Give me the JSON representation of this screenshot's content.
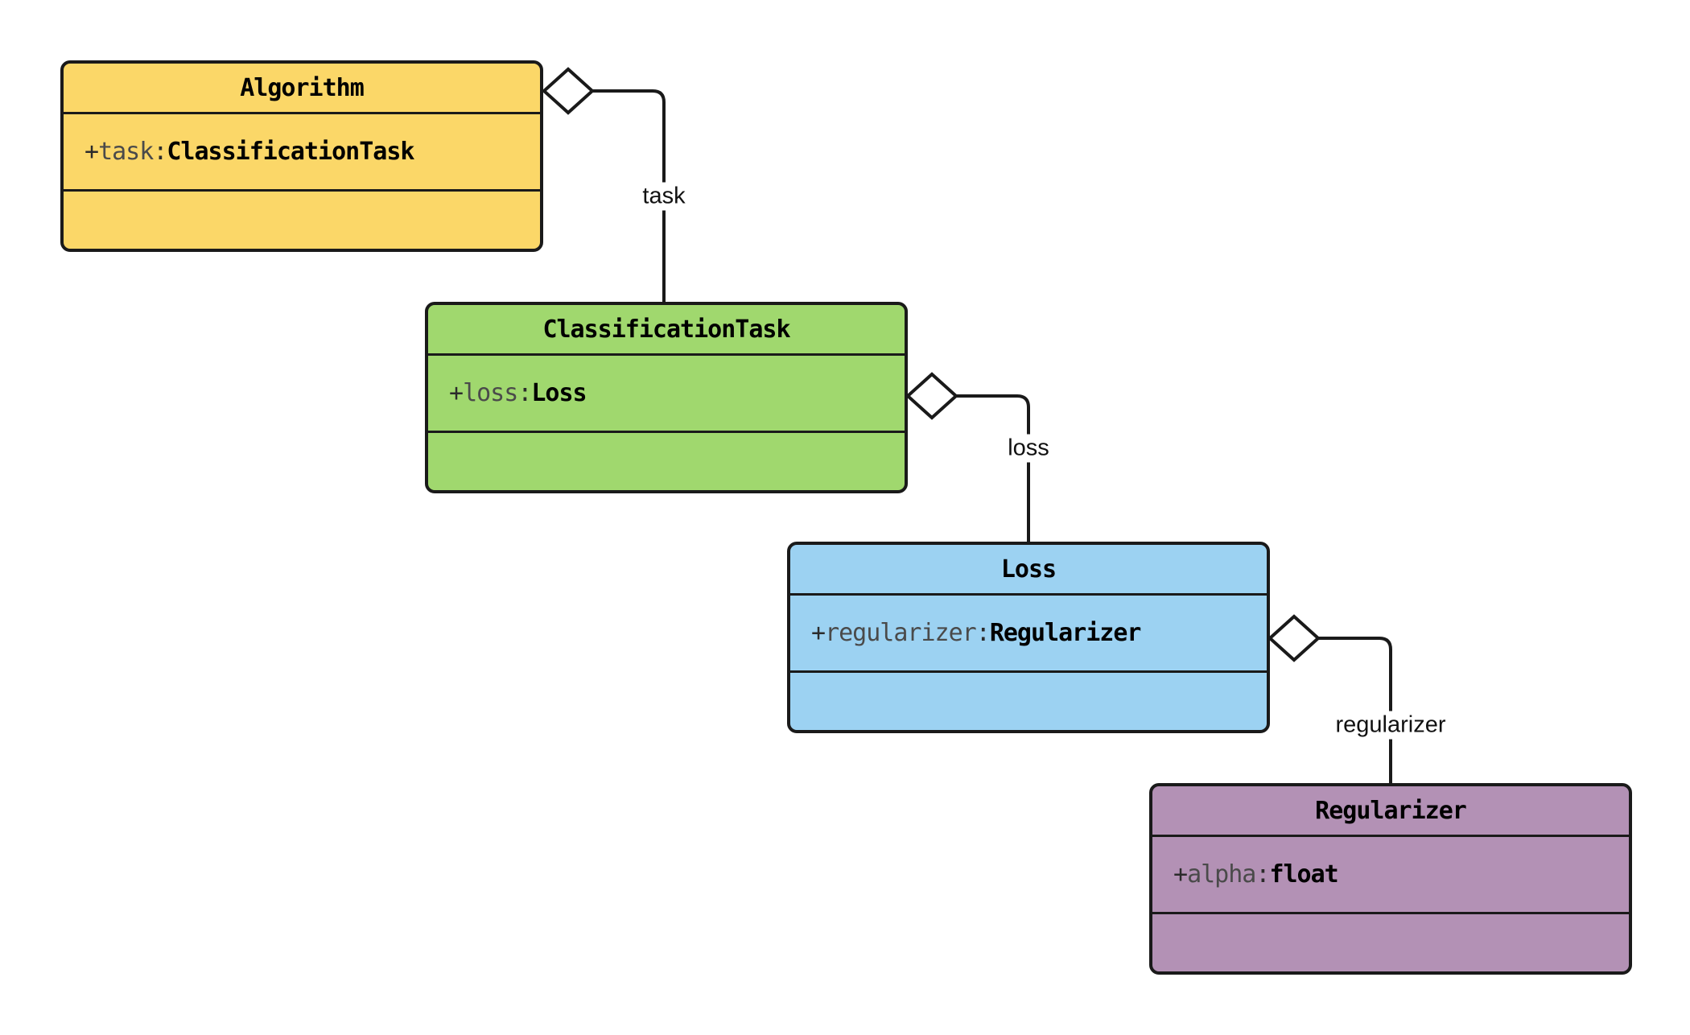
{
  "diagram": {
    "kind": "uml-class-diagram",
    "colors": {
      "background": "#ffffff",
      "line": "#1a1a1a",
      "diamond_fill": "#ffffff"
    },
    "classes": [
      {
        "name": "Algorithm",
        "fill": "#FBD768",
        "attribute": {
          "qualifier": "+",
          "name": "task",
          "separator": ":",
          "type": "ClassificationTask"
        }
      },
      {
        "name": "ClassificationTask",
        "fill": "#A0D86E",
        "attribute": {
          "qualifier": "+",
          "name": "loss",
          "separator": ":",
          "type": "Loss"
        }
      },
      {
        "name": "Loss",
        "fill": "#9CD2F2",
        "attribute": {
          "qualifier": "+",
          "name": "regularizer",
          "separator": ":",
          "type": "Regularizer"
        }
      },
      {
        "name": "Regularizer",
        "fill": "#B391B5",
        "attribute": {
          "qualifier": "+",
          "name": "alpha",
          "separator": ":",
          "type": "float"
        }
      }
    ],
    "relations": [
      {
        "from": "Algorithm",
        "to": "ClassificationTask",
        "label": "task",
        "kind": "aggregation"
      },
      {
        "from": "ClassificationTask",
        "to": "Loss",
        "label": "loss",
        "kind": "aggregation"
      },
      {
        "from": "Loss",
        "to": "Regularizer",
        "label": "regularizer",
        "kind": "aggregation"
      }
    ]
  }
}
